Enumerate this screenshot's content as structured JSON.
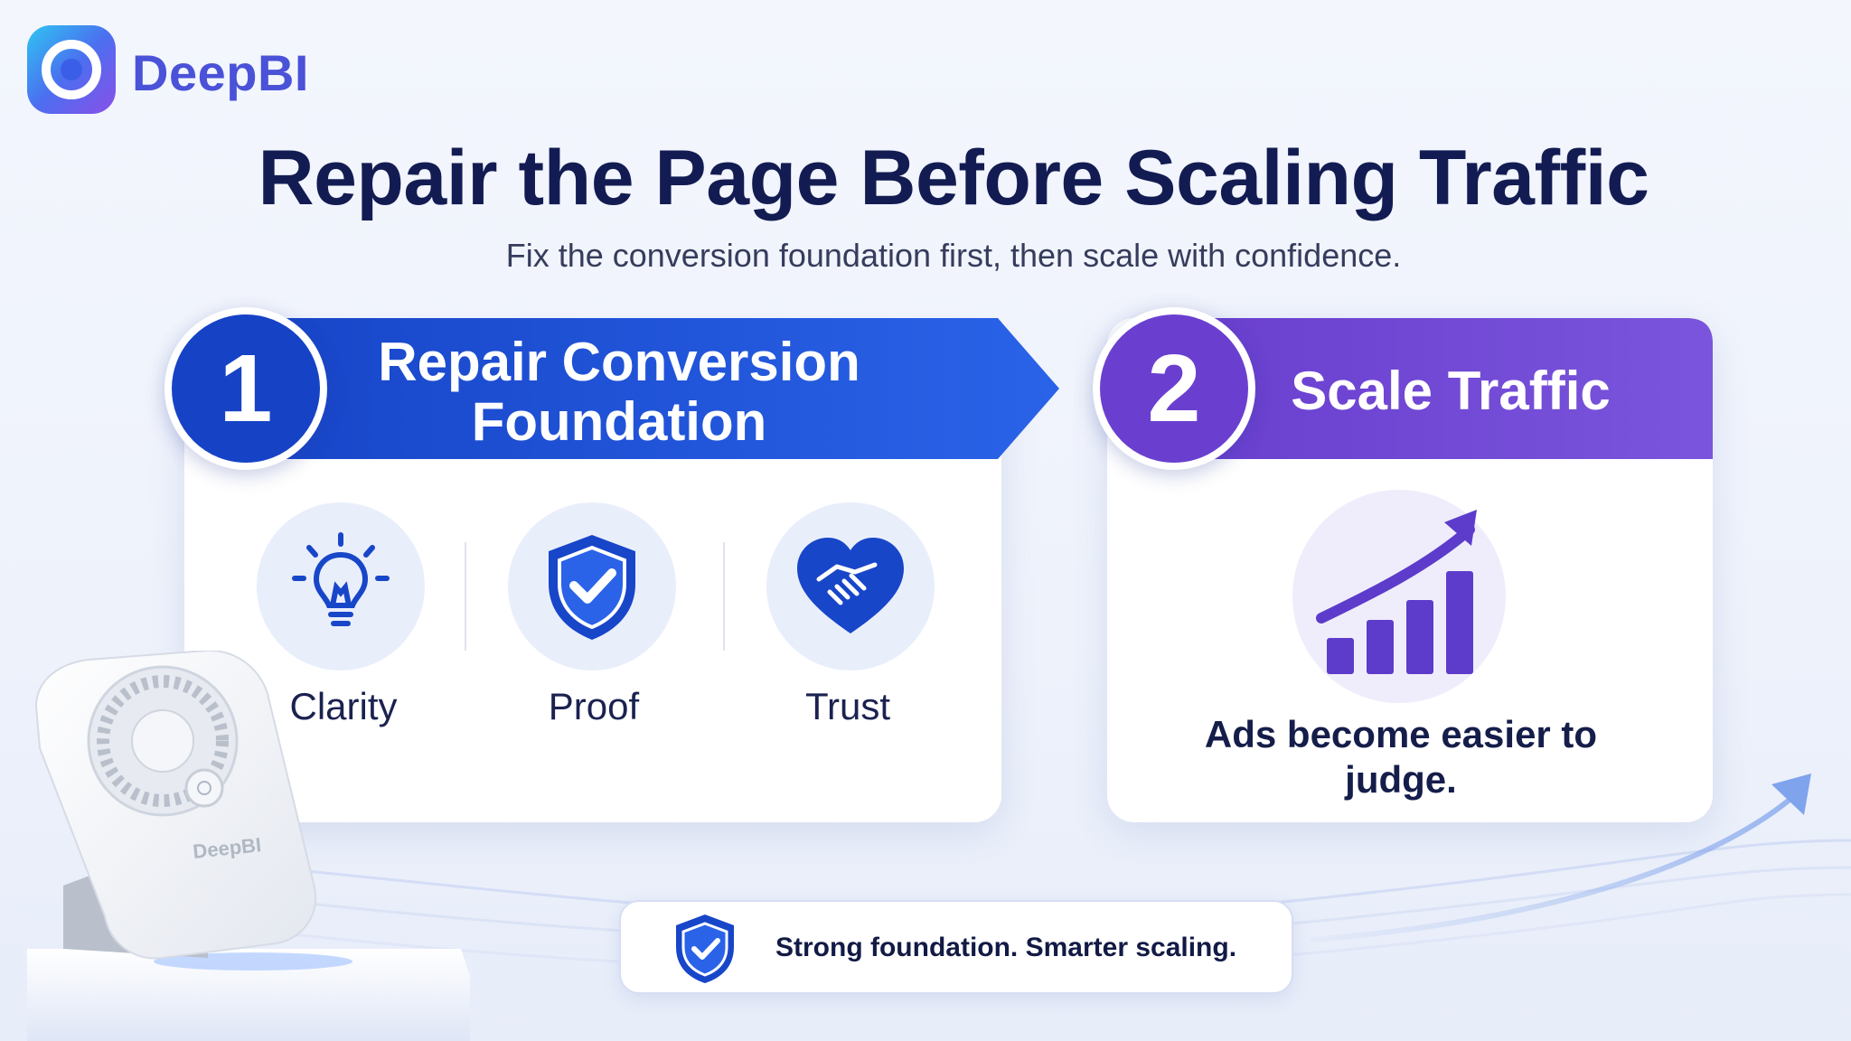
{
  "brand": {
    "name": "DeepBI"
  },
  "heading": {
    "title": "Repair the Page Before Scaling Traffic",
    "subtitle": "Fix the conversion foundation first, then scale with confidence."
  },
  "step1": {
    "number": "1",
    "title": "Repair Conversion Foundation",
    "features": [
      {
        "label": "Clarity",
        "icon": "lightbulb-icon"
      },
      {
        "label": "Proof",
        "icon": "shield-check-icon"
      },
      {
        "label": "Trust",
        "icon": "handshake-heart-icon"
      }
    ]
  },
  "step2": {
    "number": "2",
    "title": "Scale Traffic",
    "icon": "growth-chart-icon",
    "text": "Ads become easier to judge."
  },
  "footer": {
    "text": "Strong foundation. Smarter scaling.",
    "icon": "shield-check-icon"
  },
  "device": {
    "label": "DeepBI",
    "icon": "handheld-fan-device"
  },
  "colors": {
    "blue": "#1643c6",
    "purple": "#6a3fcf",
    "navy": "#131c52"
  }
}
